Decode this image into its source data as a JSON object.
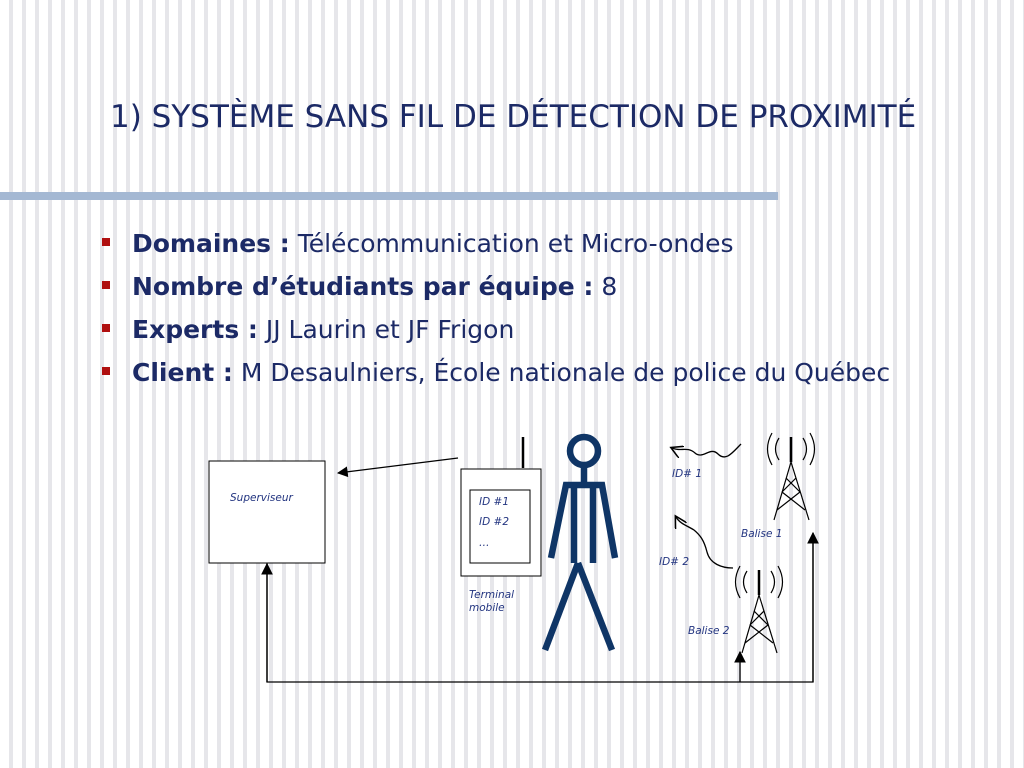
{
  "title": "1) SYSTÈME SANS FIL DE DÉTECTION DE PROXIMITÉ",
  "bullets": [
    {
      "label": "Domaines :",
      "value": " Télécommunication et Micro-ondes"
    },
    {
      "label": "Nombre d’étudiants par équipe :",
      "value": " 8"
    },
    {
      "label": "Experts :",
      "value": " JJ Laurin et JF Frigon"
    },
    {
      "label": "Client :",
      "value": " M Desaulniers, École nationale de police du Québec"
    }
  ],
  "diagram": {
    "supervisor_label": "Superviseur",
    "terminal_ids": [
      "ID #1",
      "ID #2",
      "…"
    ],
    "terminal_label_line1": "Terminal",
    "terminal_label_line2": "mobile",
    "signal1_label": "ID# 1",
    "signal2_label": "ID# 2",
    "beacon1_label": "Balise 1",
    "beacon2_label": "Balise 2"
  },
  "colors": {
    "title": "#1c2a66",
    "bullet_marker": "#b01010",
    "title_bar": "#a4b8d3",
    "person": "#0f3566",
    "diagram_label": "#233580"
  }
}
